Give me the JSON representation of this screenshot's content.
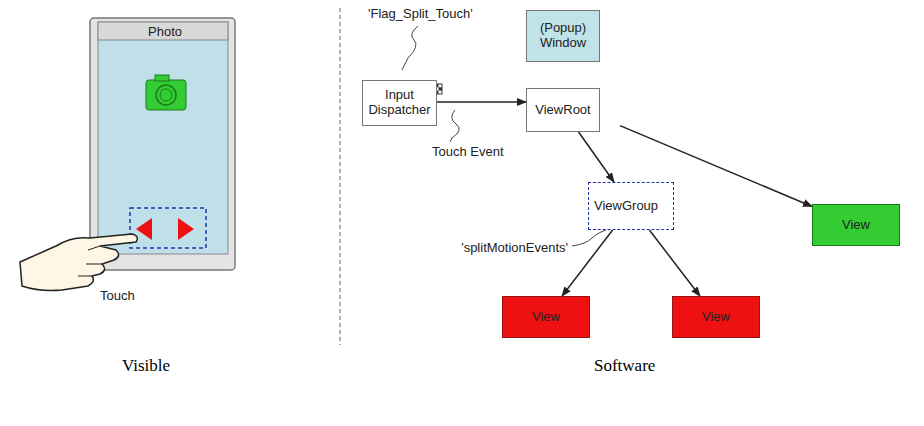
{
  "diagram": {
    "nodes": [
      {
        "text": [
          "Input Dispatcher"
        ]
      },
      {
        "text": [
          "(Popup) Window"
        ]
      },
      {
        "text": [
          "ViewRoot"
        ]
      },
      {
        "text": [
          "ViewGroup"
        ]
      },
      {
        "text": [
          "View"
        ]
      },
      {
        "text": [
          "View"
        ]
      },
      {
        "text": [
          "View"
        ]
      }
    ],
    "edges": [
      {
        "from": 0,
        "to": 2,
        "arrow": "to"
      },
      {
        "from": 2,
        "to": 3,
        "arrow": "to"
      },
      {
        "from": 2,
        "to": 4,
        "arrow": "to"
      },
      {
        "from": 3,
        "to": 5,
        "arrow": "to"
      },
      {
        "from": 3,
        "to": 6,
        "arrow": "to"
      }
    ],
    "labels": [
      "Photo",
      "Touch",
      "Visible",
      "Software",
      "'Flag_Split_Touch'",
      "Touch Event",
      "'splitMotionEvents'"
    ]
  }
}
